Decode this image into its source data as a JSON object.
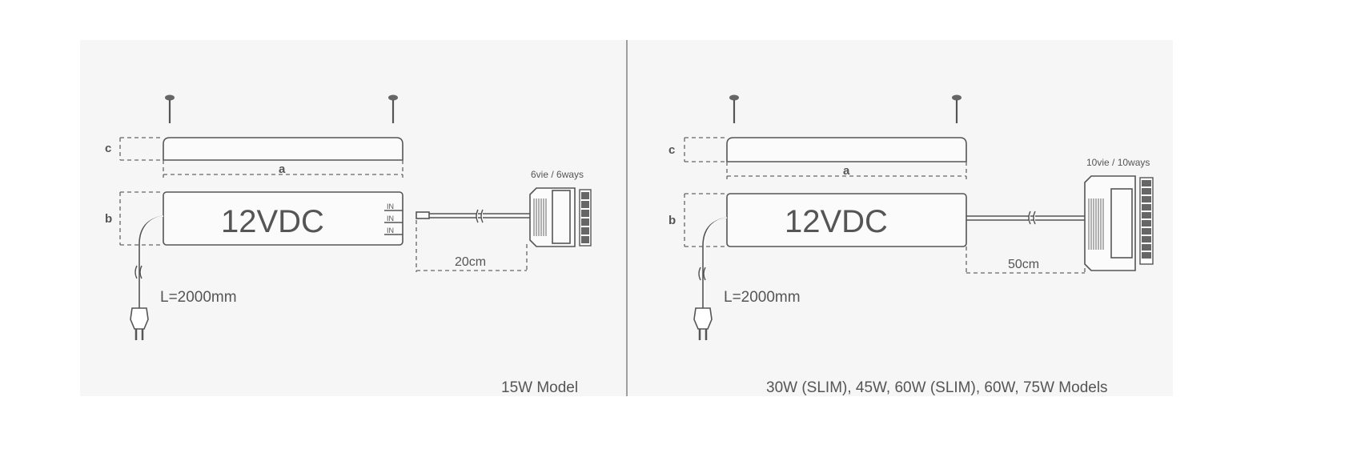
{
  "left_panel": {
    "dim_c": "c",
    "dim_a": "a",
    "dim_b": "b",
    "voltage": "12VDC",
    "inputs": [
      "IN",
      "IN",
      "IN"
    ],
    "cable_length": "L=2000mm",
    "connector_label": "6vie / 6ways",
    "lead_length": "20cm",
    "model": "15W Model"
  },
  "right_panel": {
    "dim_c": "c",
    "dim_a": "a",
    "dim_b": "b",
    "voltage": "12VDC",
    "cable_length": "L=2000mm",
    "connector_label": "10vie / 10ways",
    "lead_length": "50cm",
    "model": "30W (SLIM), 45W, 60W (SLIM), 60W, 75W Models"
  }
}
